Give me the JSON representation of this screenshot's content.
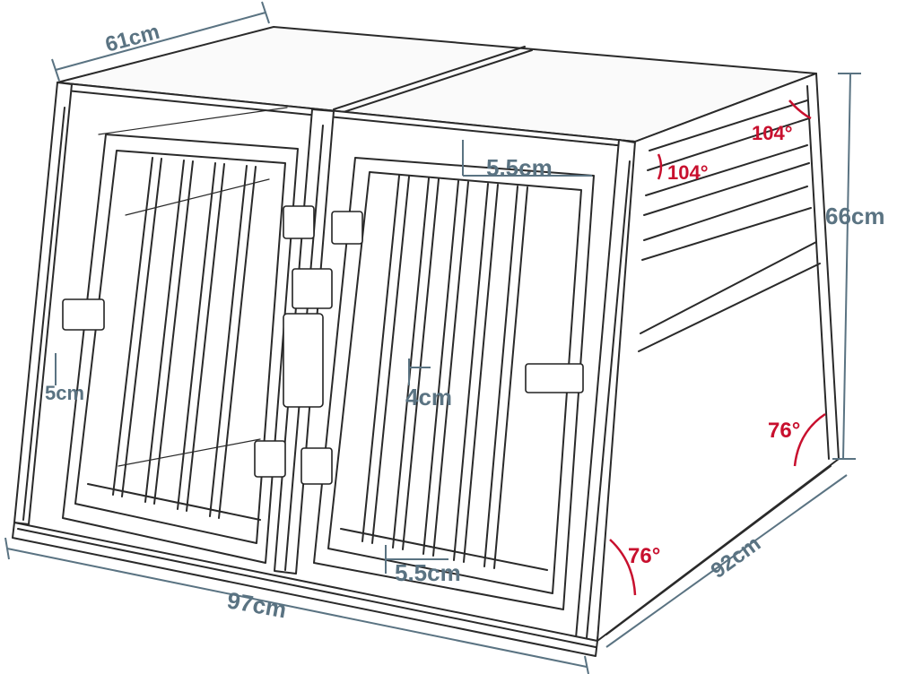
{
  "labels": {
    "top_width": "61cm",
    "height": "66cm",
    "front_width": "97cm",
    "depth": "92cm",
    "upper_gap": "5.5cm",
    "lower_gap": "5.5cm",
    "side_gap": "5cm",
    "bar_gap": "4cm",
    "angle_104_a": "104°",
    "angle_104_b": "104°",
    "angle_76_a": "76°",
    "angle_76_b": "76°"
  },
  "colors": {
    "dimension": "#5a7382",
    "angle": "#c8102e",
    "line": "#2a2a2a"
  }
}
